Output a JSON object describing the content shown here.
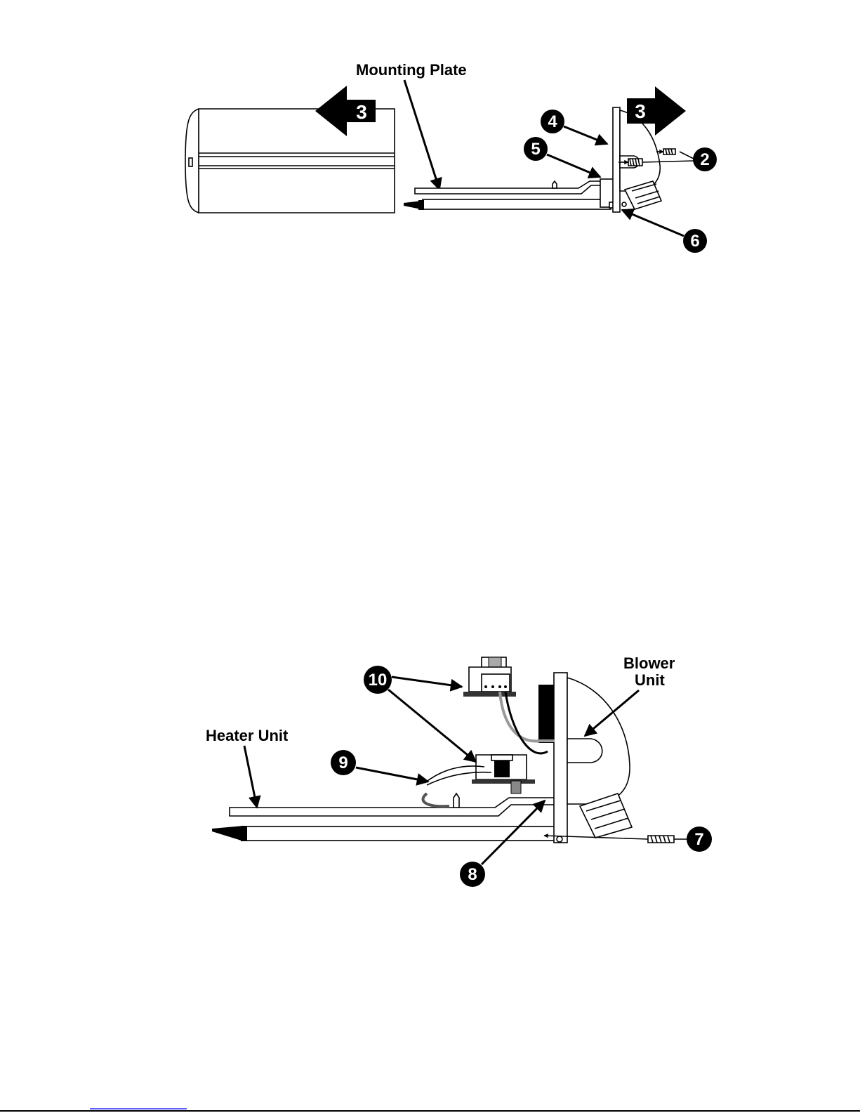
{
  "figure1": {
    "mounting_plate_label": "Mounting Plate",
    "arrow_left_number": "3",
    "arrow_right_number": "3",
    "callouts": [
      "4",
      "5",
      "2",
      "6"
    ]
  },
  "figure2": {
    "blower_unit_label_line1": "Blower",
    "blower_unit_label_line2": "Unit",
    "heater_unit_label": "Heater Unit",
    "callouts": [
      "10",
      "9",
      "8",
      "7"
    ]
  },
  "colors": {
    "ink": "#000000",
    "paper": "#ffffff",
    "footer_link": "#0000ff"
  }
}
